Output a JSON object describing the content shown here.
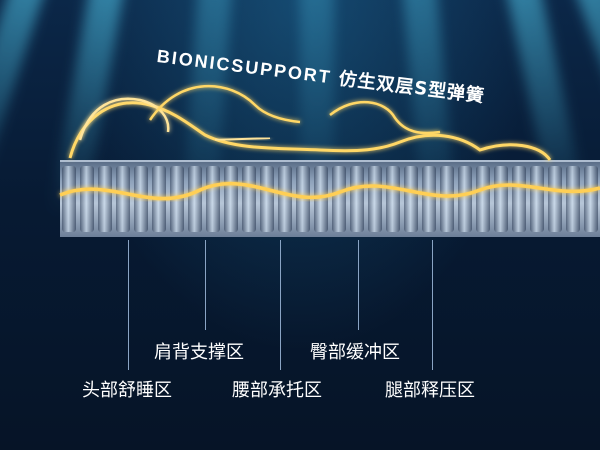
{
  "headline": {
    "en": "BIONICSUPPORT",
    "cn": "仿生双层S型弹簧"
  },
  "zones": [
    {
      "label": "头部舒睡区"
    },
    {
      "label": "肩背支撑区"
    },
    {
      "label": "腰部承托区"
    },
    {
      "label": "臀部缓冲区"
    },
    {
      "label": "腿部释压区"
    }
  ],
  "colors": {
    "background": "#071a33",
    "glow": "#ffd766",
    "text": "#ffffff"
  }
}
